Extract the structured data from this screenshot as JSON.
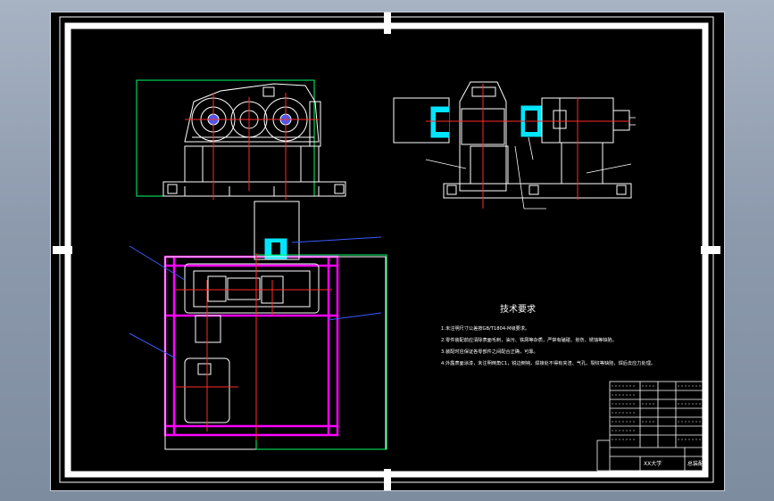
{
  "colors": {
    "background_outside": "#8e9bad",
    "paper": "#000000",
    "frame": "#ffffff",
    "machine_lines": "#ffffff",
    "center_lines": "#ff2a2a",
    "dimension_lines": "#00ff66",
    "leader_lines": "#3b5bff",
    "frame_magenta": "#ff00ff",
    "coupling_cyan": "#00e5ff"
  },
  "tech_requirements": {
    "title": "技术要求",
    "items": [
      "1.未注明尺寸公差按GB/T1804-M级要求。",
      "2.零件装配前应清除表面毛刺，油污、铁屑等杂质，严禁有磕碰、划伤、锈蚀等缺陷。",
      "3.装配时应保证各零部件之间配合正确，可靠。",
      "4.外露表面涂漆，未注明倒角C1，锐边倒钝，焊接处不得有夹渣、气孔、裂纹等缺陷，焊后去应力处理。"
    ]
  },
  "title_block": {
    "drawing_name": "总装配图",
    "company": "XX大学"
  }
}
